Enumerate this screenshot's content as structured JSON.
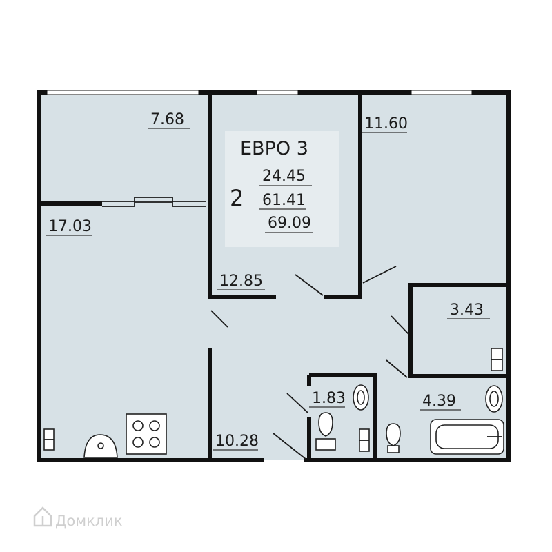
{
  "plan_info": {
    "type_label": "ЕВРО 3",
    "rooms_count": "2",
    "living_area": "24.45",
    "total_area": "61.41",
    "area_with_balcony": "69.09"
  },
  "room_areas": {
    "balcony": "7.68",
    "kitchen_living": "17.03",
    "bedroom_right": "11.60",
    "hallway": "12.85",
    "entry": "10.28",
    "storage": "3.43",
    "toilet": "1.83",
    "bathroom": "4.39"
  },
  "watermark": "Домклик",
  "colors": {
    "room_fill": "#d7e1e6",
    "wall": "#111111",
    "info_box": "#e6ecef"
  },
  "icons": [
    "stove-icon",
    "sink-icon",
    "toilet-icon",
    "bathtub-icon",
    "washbasin-icon",
    "washing-machine-icon",
    "house-logo-icon"
  ]
}
